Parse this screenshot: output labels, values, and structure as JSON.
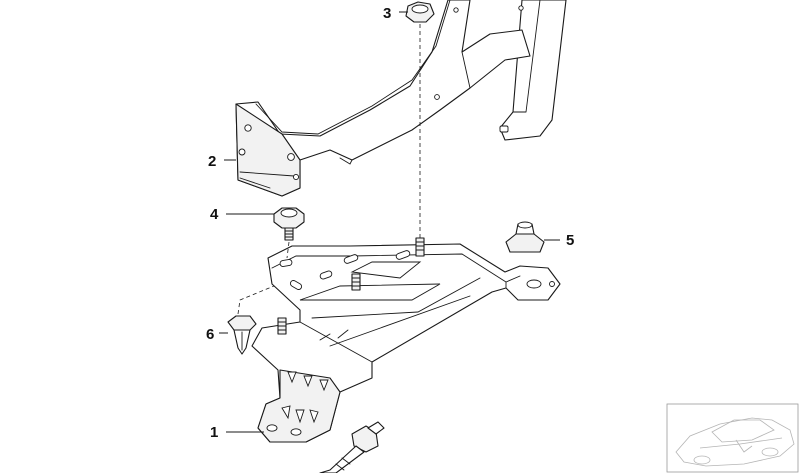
{
  "callouts": [
    {
      "id": "part-1",
      "label": "1"
    },
    {
      "id": "part-2",
      "label": "2"
    },
    {
      "id": "part-3",
      "label": "3"
    },
    {
      "id": "part-4",
      "label": "4"
    },
    {
      "id": "part-5",
      "label": "5"
    },
    {
      "id": "part-6",
      "label": "6"
    }
  ],
  "colors": {
    "line": "#1a1a1a",
    "background": "#ffffff",
    "inset": "#b5b5b5"
  }
}
